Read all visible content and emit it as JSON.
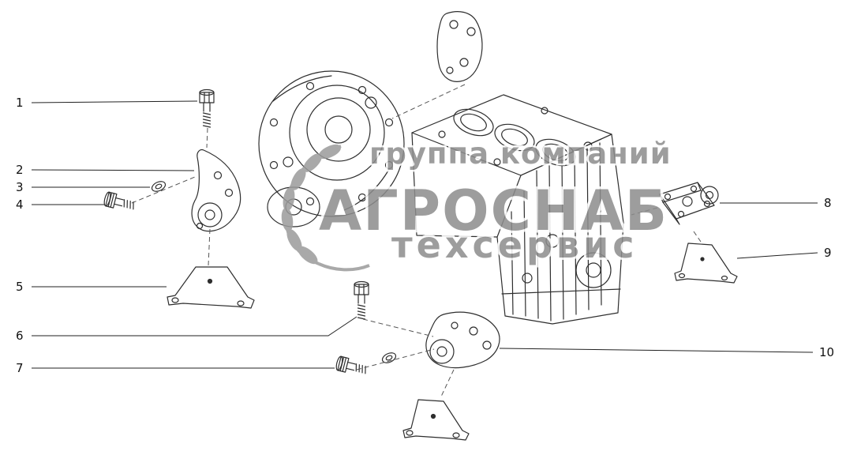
{
  "diagram": {
    "callouts": [
      {
        "label": "1"
      },
      {
        "label": "2"
      },
      {
        "label": "3"
      },
      {
        "label": "4"
      },
      {
        "label": "5"
      },
      {
        "label": "6"
      },
      {
        "label": "7"
      },
      {
        "label": "8"
      },
      {
        "label": "9"
      },
      {
        "label": "10"
      }
    ],
    "watermark": {
      "line1": "группа компаний",
      "line2": "АГРОСНАБ",
      "line3": "техсервис"
    },
    "colors": {
      "line": "#2e2e2e",
      "leader": "#222222",
      "watermark_fill": "#8c8c8c",
      "background": "#ffffff"
    }
  }
}
